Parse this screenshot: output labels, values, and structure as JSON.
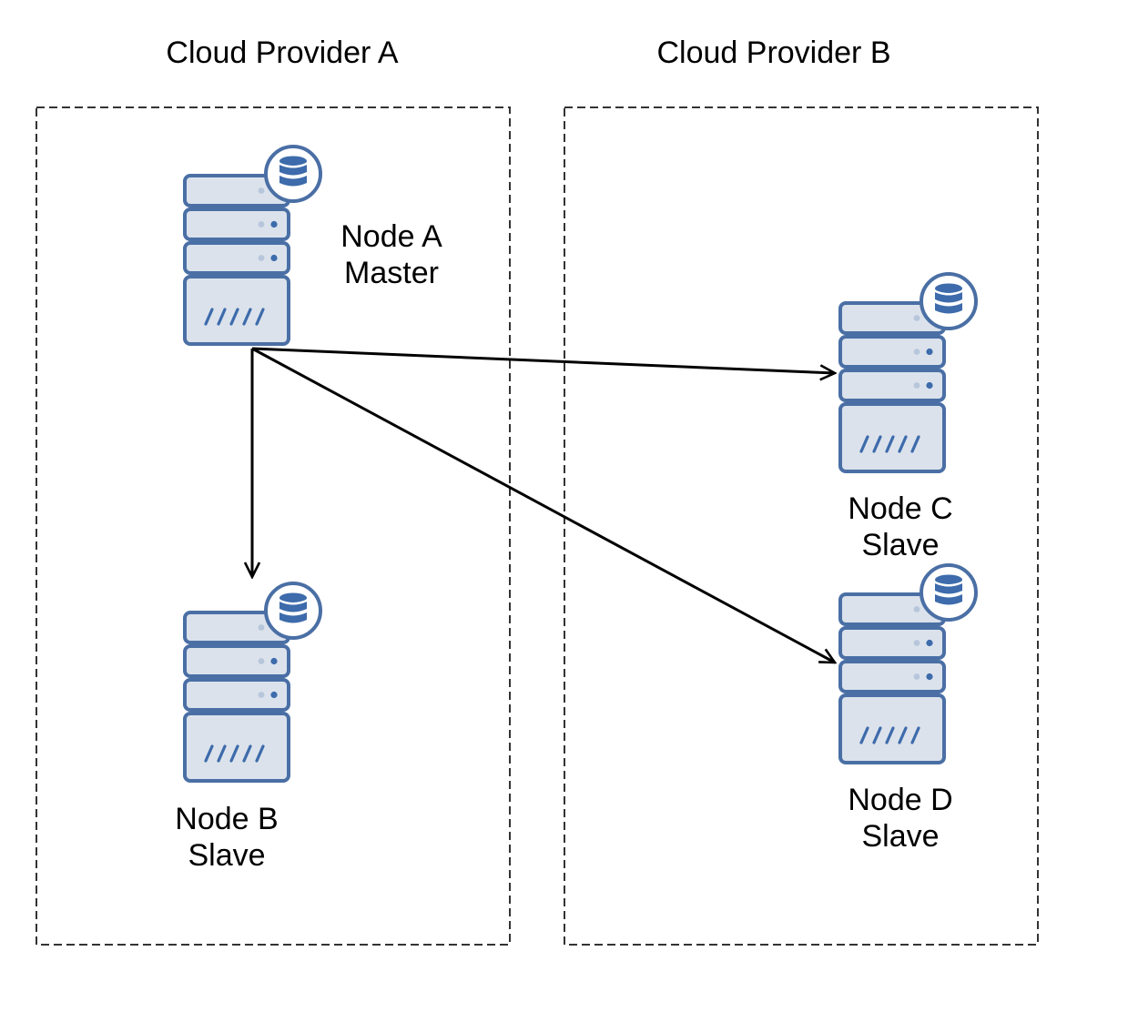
{
  "providers": [
    {
      "label": "Cloud Provider A"
    },
    {
      "label": "Cloud Provider B"
    }
  ],
  "nodes": {
    "a": {
      "name": "Node A",
      "role": "Master",
      "icon": "database-server-icon"
    },
    "b": {
      "name": "Node B",
      "role": "Slave",
      "icon": "database-server-icon"
    },
    "c": {
      "name": "Node C",
      "role": "Slave",
      "icon": "database-server-icon"
    },
    "d": {
      "name": "Node D",
      "role": "Slave",
      "icon": "database-server-icon"
    }
  },
  "connections": [
    {
      "from": "Node A",
      "to": "Node B"
    },
    {
      "from": "Node A",
      "to": "Node C"
    },
    {
      "from": "Node A",
      "to": "Node D"
    }
  ],
  "colors": {
    "server_fill": "#dbe2ec",
    "server_stroke": "#4a6fa5",
    "db_fill": "#3d6bab",
    "dot_light": "#b7c6db",
    "dot_dark": "#3d6bab",
    "arrow": "#000000",
    "border": "#333333"
  }
}
